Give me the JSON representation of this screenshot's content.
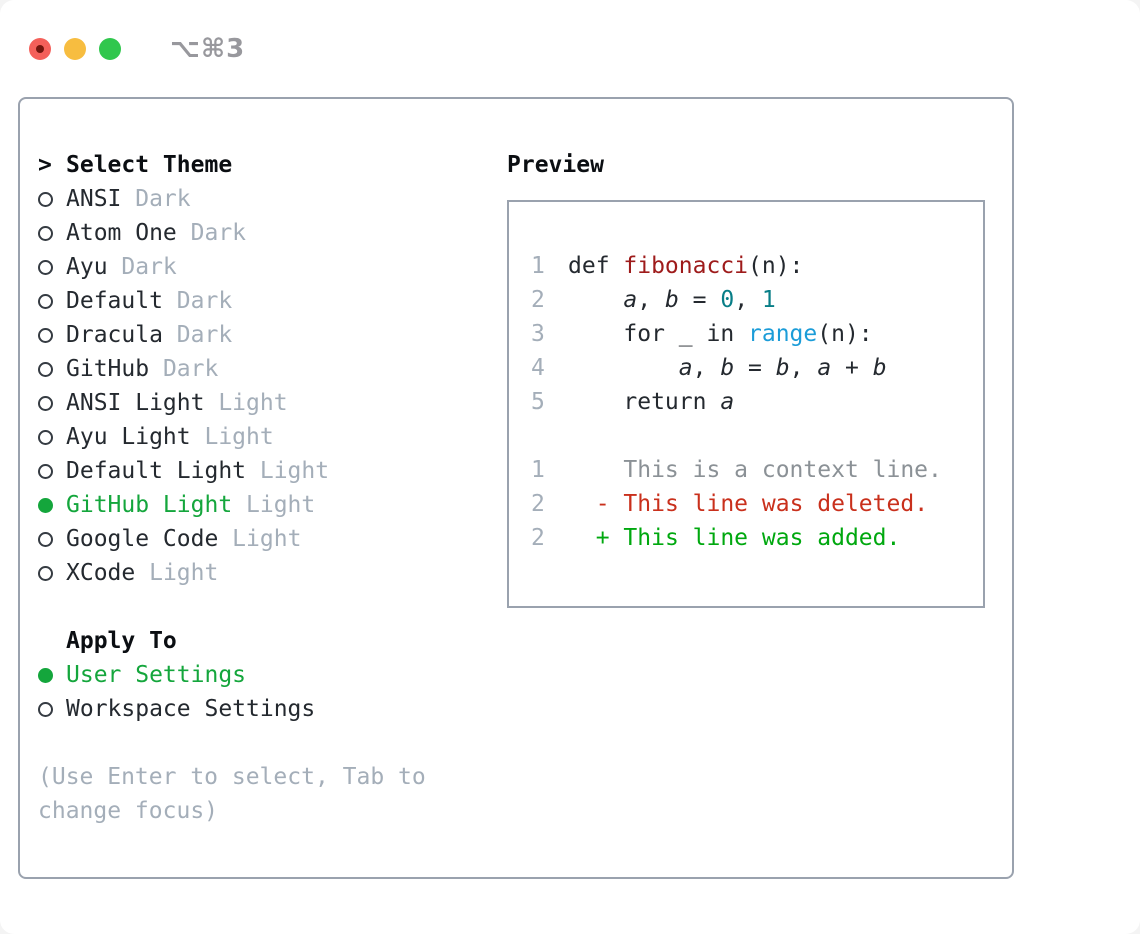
{
  "window": {
    "title": "⌥⌘3"
  },
  "colors": {
    "text": "#24292f",
    "muted": "#a4aeb9",
    "accent_green": "#14a63c",
    "border": "#9aa2ae",
    "title_gray": "#98989d",
    "radio_outline": "#353b42",
    "function_red": "#9e1b1b",
    "number_teal": "#087e87",
    "builtin_blue": "#1b9cd8",
    "context_gray": "#8b9196",
    "deleted_red": "#c9301c",
    "added_green": "#00a80f",
    "traffic_red": "#f4605a",
    "traffic_red_dot": "#73160e",
    "traffic_yellow": "#f7bd40",
    "traffic_green": "#30c74d"
  },
  "theme_panel": {
    "header_prefix": ">",
    "header_label": "Select Theme",
    "items": [
      {
        "name": "ANSI",
        "variant": "Dark",
        "selected": false
      },
      {
        "name": "Atom One",
        "variant": "Dark",
        "selected": false
      },
      {
        "name": "Ayu",
        "variant": "Dark",
        "selected": false
      },
      {
        "name": "Default",
        "variant": "Dark",
        "selected": false
      },
      {
        "name": "Dracula",
        "variant": "Dark",
        "selected": false
      },
      {
        "name": "GitHub",
        "variant": "Dark",
        "selected": false
      },
      {
        "name": "ANSI Light",
        "variant": "Light",
        "selected": false
      },
      {
        "name": "Ayu Light",
        "variant": "Light",
        "selected": false
      },
      {
        "name": "Default Light",
        "variant": "Light",
        "selected": false
      },
      {
        "name": "GitHub Light",
        "variant": "Light",
        "selected": true
      },
      {
        "name": "Google Code",
        "variant": "Light",
        "selected": false
      },
      {
        "name": "XCode",
        "variant": "Light",
        "selected": false
      }
    ],
    "apply_header": "Apply To",
    "apply_options": [
      {
        "name": "User Settings",
        "selected": true
      },
      {
        "name": "Workspace Settings",
        "selected": false
      }
    ],
    "hint_lines": [
      "(Use Enter to select, Tab to",
      "change focus)"
    ]
  },
  "preview": {
    "header": "Preview",
    "lines": [
      {
        "num": "1",
        "segments": [
          {
            "t": "def ",
            "c": "d"
          },
          {
            "t": "fibonacci",
            "c": "fn"
          },
          {
            "t": "(n):",
            "c": "d"
          }
        ]
      },
      {
        "num": "2",
        "segments": [
          {
            "t": "    ",
            "c": "d"
          },
          {
            "t": "a",
            "c": "v"
          },
          {
            "t": ", ",
            "c": "d"
          },
          {
            "t": "b",
            "c": "v"
          },
          {
            "t": " = ",
            "c": "d"
          },
          {
            "t": "0",
            "c": "num"
          },
          {
            "t": ", ",
            "c": "d"
          },
          {
            "t": "1",
            "c": "num"
          }
        ]
      },
      {
        "num": "3",
        "segments": [
          {
            "t": "    for _ in ",
            "c": "d"
          },
          {
            "t": "range",
            "c": "bi"
          },
          {
            "t": "(n):",
            "c": "d"
          }
        ]
      },
      {
        "num": "4",
        "segments": [
          {
            "t": "        ",
            "c": "d"
          },
          {
            "t": "a",
            "c": "v"
          },
          {
            "t": ", ",
            "c": "d"
          },
          {
            "t": "b",
            "c": "v"
          },
          {
            "t": " = ",
            "c": "d"
          },
          {
            "t": "b",
            "c": "v"
          },
          {
            "t": ", ",
            "c": "d"
          },
          {
            "t": "a",
            "c": "v"
          },
          {
            "t": " + ",
            "c": "d"
          },
          {
            "t": "b",
            "c": "v"
          }
        ]
      },
      {
        "num": "5",
        "segments": [
          {
            "t": "    return ",
            "c": "d"
          },
          {
            "t": "a",
            "c": "v"
          }
        ]
      },
      {
        "num": "",
        "segments": []
      },
      {
        "num": "1",
        "segments": [
          {
            "t": "    This is a context line.",
            "c": "ctx"
          }
        ]
      },
      {
        "num": "2",
        "segments": [
          {
            "t": "  ",
            "c": "d"
          },
          {
            "t": "- This line was deleted.",
            "c": "del"
          }
        ]
      },
      {
        "num": "2",
        "segments": [
          {
            "t": "  ",
            "c": "d"
          },
          {
            "t": "+ This line was added.",
            "c": "add"
          }
        ]
      }
    ]
  }
}
